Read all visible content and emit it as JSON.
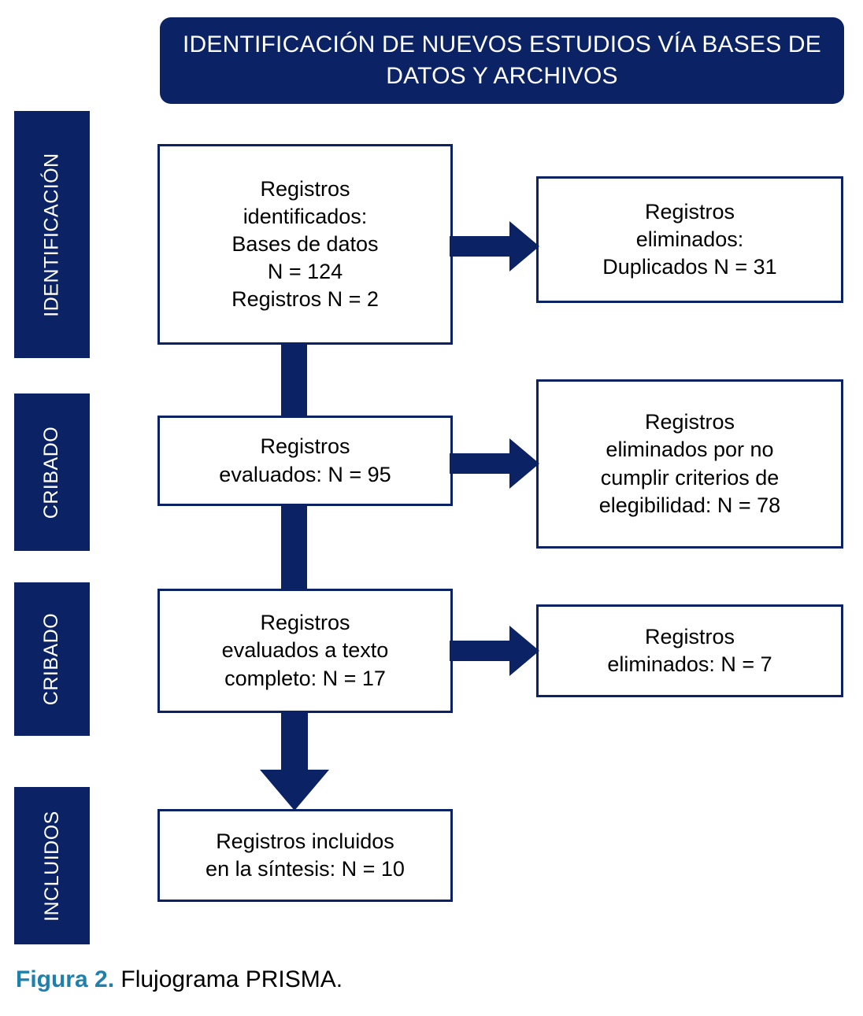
{
  "header": {
    "title": "IDENTIFICACIÓN DE NUEVOS ESTUDIOS VÍA BASES DE DATOS Y ARCHIVOS"
  },
  "phases": [
    {
      "label": "IDENTIFICACIÓN"
    },
    {
      "label": "CRIBADO"
    },
    {
      "label": "CRIBADO"
    },
    {
      "label": "INCLUIDOS"
    }
  ],
  "main_boxes": [
    {
      "text": "Registros\nidentificados:\nBases de datos\nN = 124\nRegistros N = 2"
    },
    {
      "text": "Registros\nevaluados: N = 95"
    },
    {
      "text": "Registros\nevaluados a texto\ncompleto: N = 17"
    },
    {
      "text": "Registros incluidos\nen la síntesis: N = 10"
    }
  ],
  "side_boxes": [
    {
      "text": "Registros\neliminados:\nDuplicados N = 31"
    },
    {
      "text": "Registros\neliminados por no\ncumplir criterios de\nelegibilidad: N = 78"
    },
    {
      "text": "Registros\neliminados: N = 7"
    }
  ],
  "caption": {
    "figure_label": "Figura 2.",
    "text": " Flujograma PRISMA."
  },
  "colors": {
    "navy": "#0b2265",
    "teal": "#1f7fad",
    "white": "#ffffff",
    "text": "#000000"
  },
  "chart_data": {
    "type": "diagram",
    "title": "Flujograma PRISMA",
    "flow": [
      {
        "stage": "Registros identificados: Bases de datos",
        "n": 124
      },
      {
        "stage": "Registros identificados: Registros",
        "n": 2
      },
      {
        "stage": "Registros eliminados: Duplicados",
        "n": 31
      },
      {
        "stage": "Registros evaluados",
        "n": 95
      },
      {
        "stage": "Registros eliminados por no cumplir criterios de elegibilidad",
        "n": 78
      },
      {
        "stage": "Registros evaluados a texto completo",
        "n": 17
      },
      {
        "stage": "Registros eliminados",
        "n": 7
      },
      {
        "stage": "Registros incluidos en la síntesis",
        "n": 10
      }
    ]
  }
}
